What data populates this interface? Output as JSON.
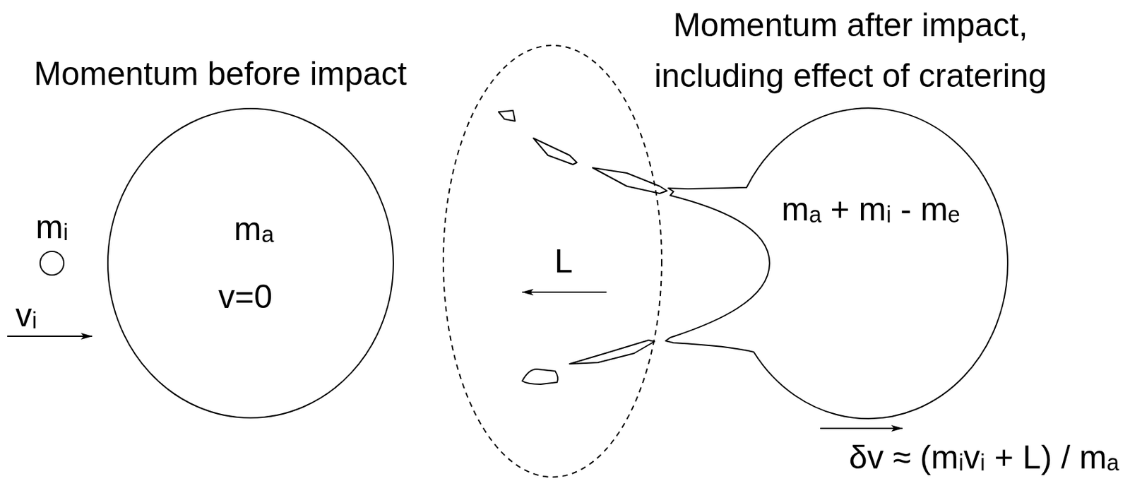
{
  "diagram": {
    "nodes": [
      {
        "text": [
          "mᵢ"
        ]
      },
      {
        "text": [
          "mₐ",
          "v=0"
        ]
      },
      {
        "text": [
          "L"
        ]
      },
      {
        "text": [
          "mₐ + mᵢ - mₑ"
        ]
      }
    ],
    "labels": [
      "Momentum before impact",
      "Momentum after impact, including effect of cratering",
      "vᵢ",
      "δv ≈ (mᵢvᵢ + L) / mₐ"
    ]
  }
}
